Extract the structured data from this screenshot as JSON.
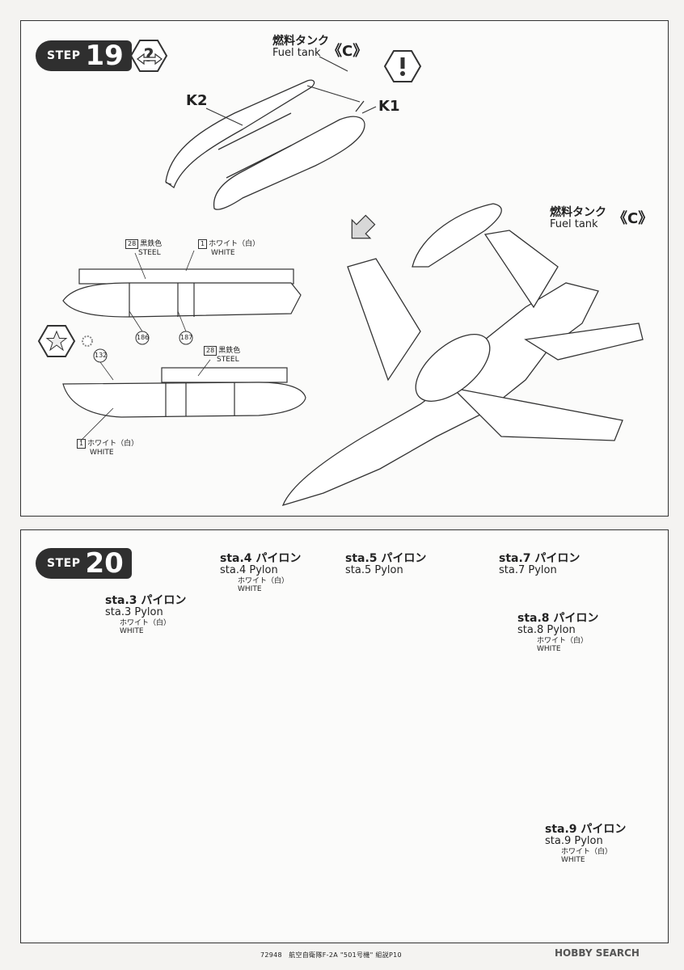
{
  "step19": {
    "step_word": "STEP",
    "step_number": "19",
    "fuel_tank_top_jp": "燃料タンク",
    "fuel_tank_top_en": "Fuel tank",
    "fuel_tank_top_code": "《C》",
    "part_k2": "K2",
    "part_k1": "K1",
    "fuel_tank_right_jp": "燃料タンク",
    "fuel_tank_right_en": "Fuel tank",
    "fuel_tank_right_code": "《C》",
    "color_a_num": "28",
    "color_a_jp": "黒鉄色",
    "color_a_en": "STEEL",
    "color_b_num": "1",
    "color_b_jp": "ホワイト（白）",
    "color_b_en": "WHITE",
    "decal_186": "186",
    "decal_187": "187",
    "decal_132": "132",
    "color_c_num": "28",
    "color_c_jp": "黒鉄色",
    "color_c_en": "STEEL",
    "color_d_num": "1",
    "color_d_jp": "ホワイト（白）",
    "color_d_en": "WHITE"
  },
  "step20": {
    "step_word": "STEP",
    "step_number": "20",
    "sta4_jp": "sta.4 パイロン",
    "sta4_en": "sta.4 Pylon",
    "sta4_color_jp": "ホワイト（白）",
    "sta4_color_en": "WHITE",
    "sta5_jp": "sta.5 パイロン",
    "sta5_en": "sta.5 Pylon",
    "sta7_jp": "sta.7 パイロン",
    "sta7_en": "sta.7 Pylon",
    "sta3_jp": "sta.3 パイロン",
    "sta3_en": "sta.3 Pylon",
    "sta3_color_jp": "ホワイト（白）",
    "sta3_color_en": "WHITE",
    "sta8_jp": "sta.8 パイロン",
    "sta8_en": "sta.8 Pylon",
    "sta8_color_jp": "ホワイト（白）",
    "sta8_color_en": "WHITE",
    "sta9_jp": "sta.9 パイロン",
    "sta9_en": "sta.9 Pylon",
    "sta9_color_jp": "ホワイト（白）",
    "sta9_color_en": "WHITE"
  },
  "footer": {
    "text": "72948　航空自衛隊F-2A  \"501号機\"  組説P10"
  },
  "watermark": {
    "text": "HOBBY SEARCH"
  },
  "icons": [
    "question-arrow-icon",
    "caution-icon",
    "star-decal-icon",
    "plane-outline-icon"
  ]
}
